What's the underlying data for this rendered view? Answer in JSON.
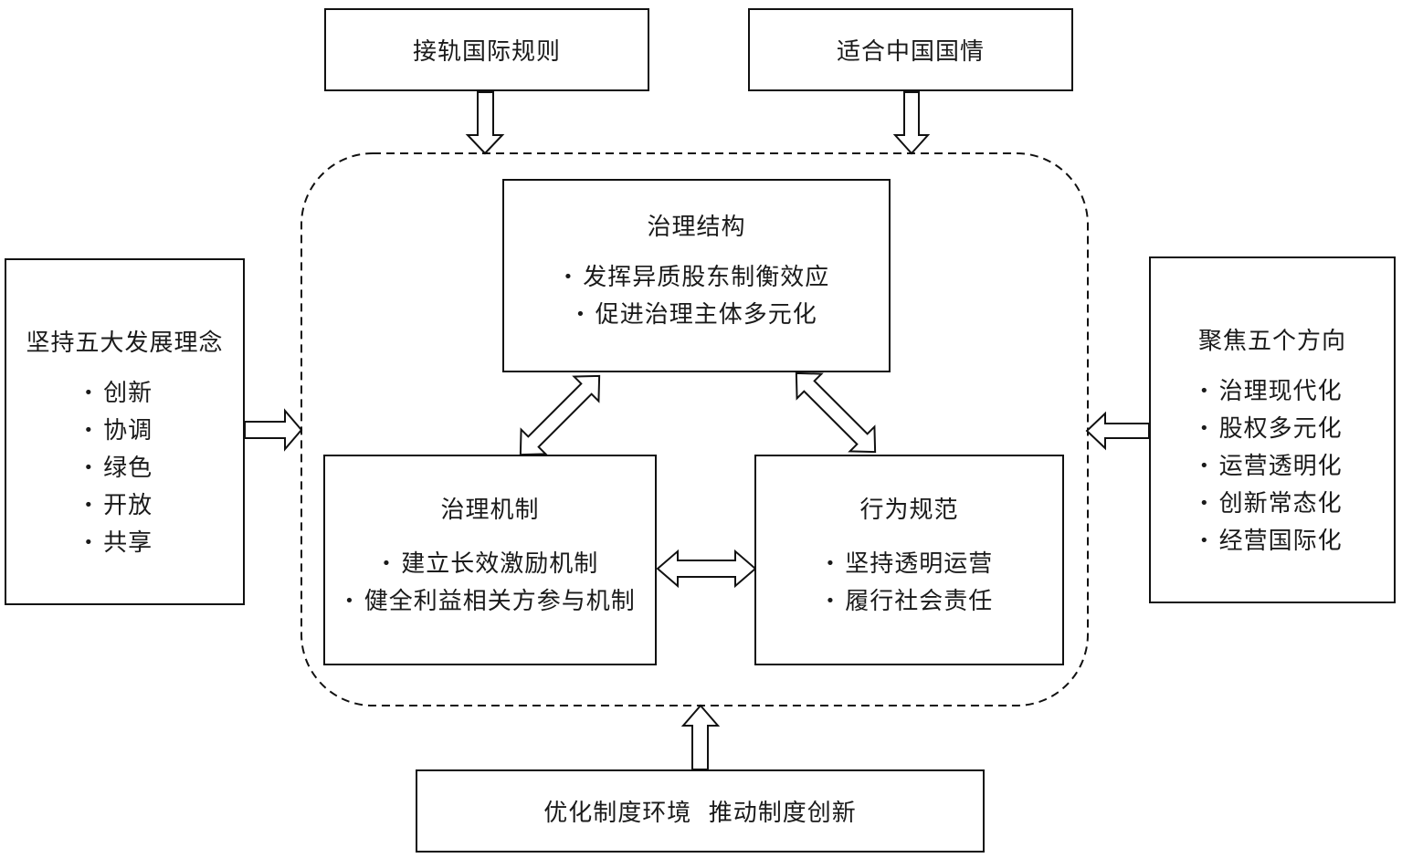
{
  "top_boxes": {
    "left": "接轨国际规则",
    "right": "适合中国国情"
  },
  "left_box": {
    "title": "坚持五大发展理念",
    "items": [
      "创新",
      "协调",
      "绿色",
      "开放",
      "共享"
    ]
  },
  "right_box": {
    "title": "聚焦五个方向",
    "items": [
      "治理现代化",
      "股权多元化",
      "运营透明化",
      "创新常态化",
      "经营国际化"
    ]
  },
  "structure_box": {
    "title": "治理结构",
    "items": [
      "发挥异质股东制衡效应",
      "促进治理主体多元化"
    ]
  },
  "mechanism_box": {
    "title": "治理机制",
    "items": [
      "建立长效激励机制",
      "健全利益相关方参与机制"
    ]
  },
  "conduct_box": {
    "title": "行为规范",
    "items": [
      "坚持透明运营",
      "履行社会责任"
    ]
  },
  "bottom_box": {
    "label": "优化制度环境  推动制度创新"
  }
}
